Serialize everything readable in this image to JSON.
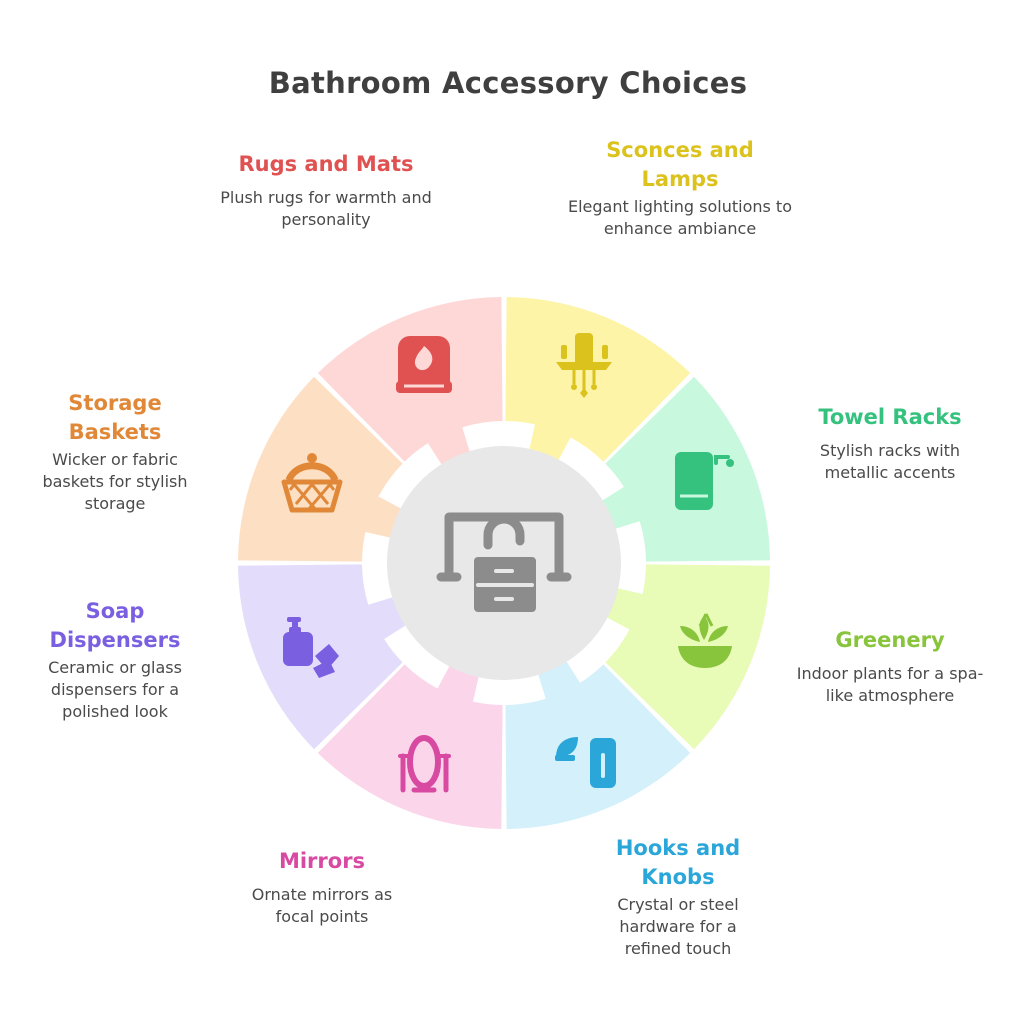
{
  "title": "Bathroom Accessory Choices",
  "center_icon": "vanity-cabinet-icon",
  "segments": [
    {
      "id": "rugs",
      "head": "Rugs and Mats",
      "desc": "Plush rugs for warmth and personality",
      "color": "#e05252",
      "fill": "#fdd8d6",
      "icon": "rug-icon"
    },
    {
      "id": "sconces",
      "head": "Sconces and Lamps",
      "desc": "Elegant lighting solutions to enhance ambiance",
      "color": "#dcc21c",
      "fill": "#fdf4a8",
      "icon": "chandelier-icon"
    },
    {
      "id": "towel",
      "head": "Towel Racks",
      "desc": "Stylish racks with metallic accents",
      "color": "#35c27f",
      "fill": "#c8f8de",
      "icon": "towel-rack-icon"
    },
    {
      "id": "greenery",
      "head": "Greenery",
      "desc": "Indoor plants for a spa-like atmosphere",
      "color": "#88c43c",
      "fill": "#e8fbb7",
      "icon": "plant-icon"
    },
    {
      "id": "hooks",
      "head": "Hooks and Knobs",
      "desc": "Crystal or steel hardware for a refined touch",
      "color": "#2aa6d8",
      "fill": "#d3f0fb",
      "icon": "hook-icon"
    },
    {
      "id": "mirrors",
      "head": "Mirrors",
      "desc": "Ornate mirrors as focal points",
      "color": "#d84aa2",
      "fill": "#fbd6ea",
      "icon": "mirror-icon"
    },
    {
      "id": "soap",
      "head": "Soap Dispensers",
      "desc": "Ceramic or glass dispensers for a polished look",
      "color": "#7a5fe0",
      "fill": "#e3dcfb",
      "icon": "soap-dispenser-icon"
    },
    {
      "id": "storage",
      "head": "Storage Baskets",
      "desc": "Wicker or fabric baskets for stylish storage",
      "color": "#e08838",
      "fill": "#fde0c4",
      "icon": "basket-icon"
    }
  ]
}
